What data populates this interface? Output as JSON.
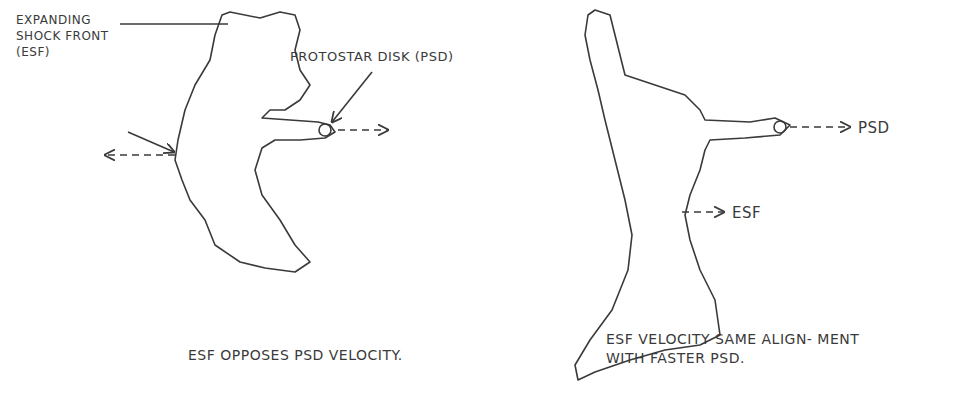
{
  "diagram": {
    "labels": [
      "EXPANDING SHOCK FRONT (ESF)",
      "PROTOSTAR DISK (PSD)",
      "ESF OPPOSES PSD VELOCITY.",
      "PSD",
      "ESF",
      "ESF VELOCITY SAME ALIGN- MENT WITH FASTER PSD."
    ]
  }
}
